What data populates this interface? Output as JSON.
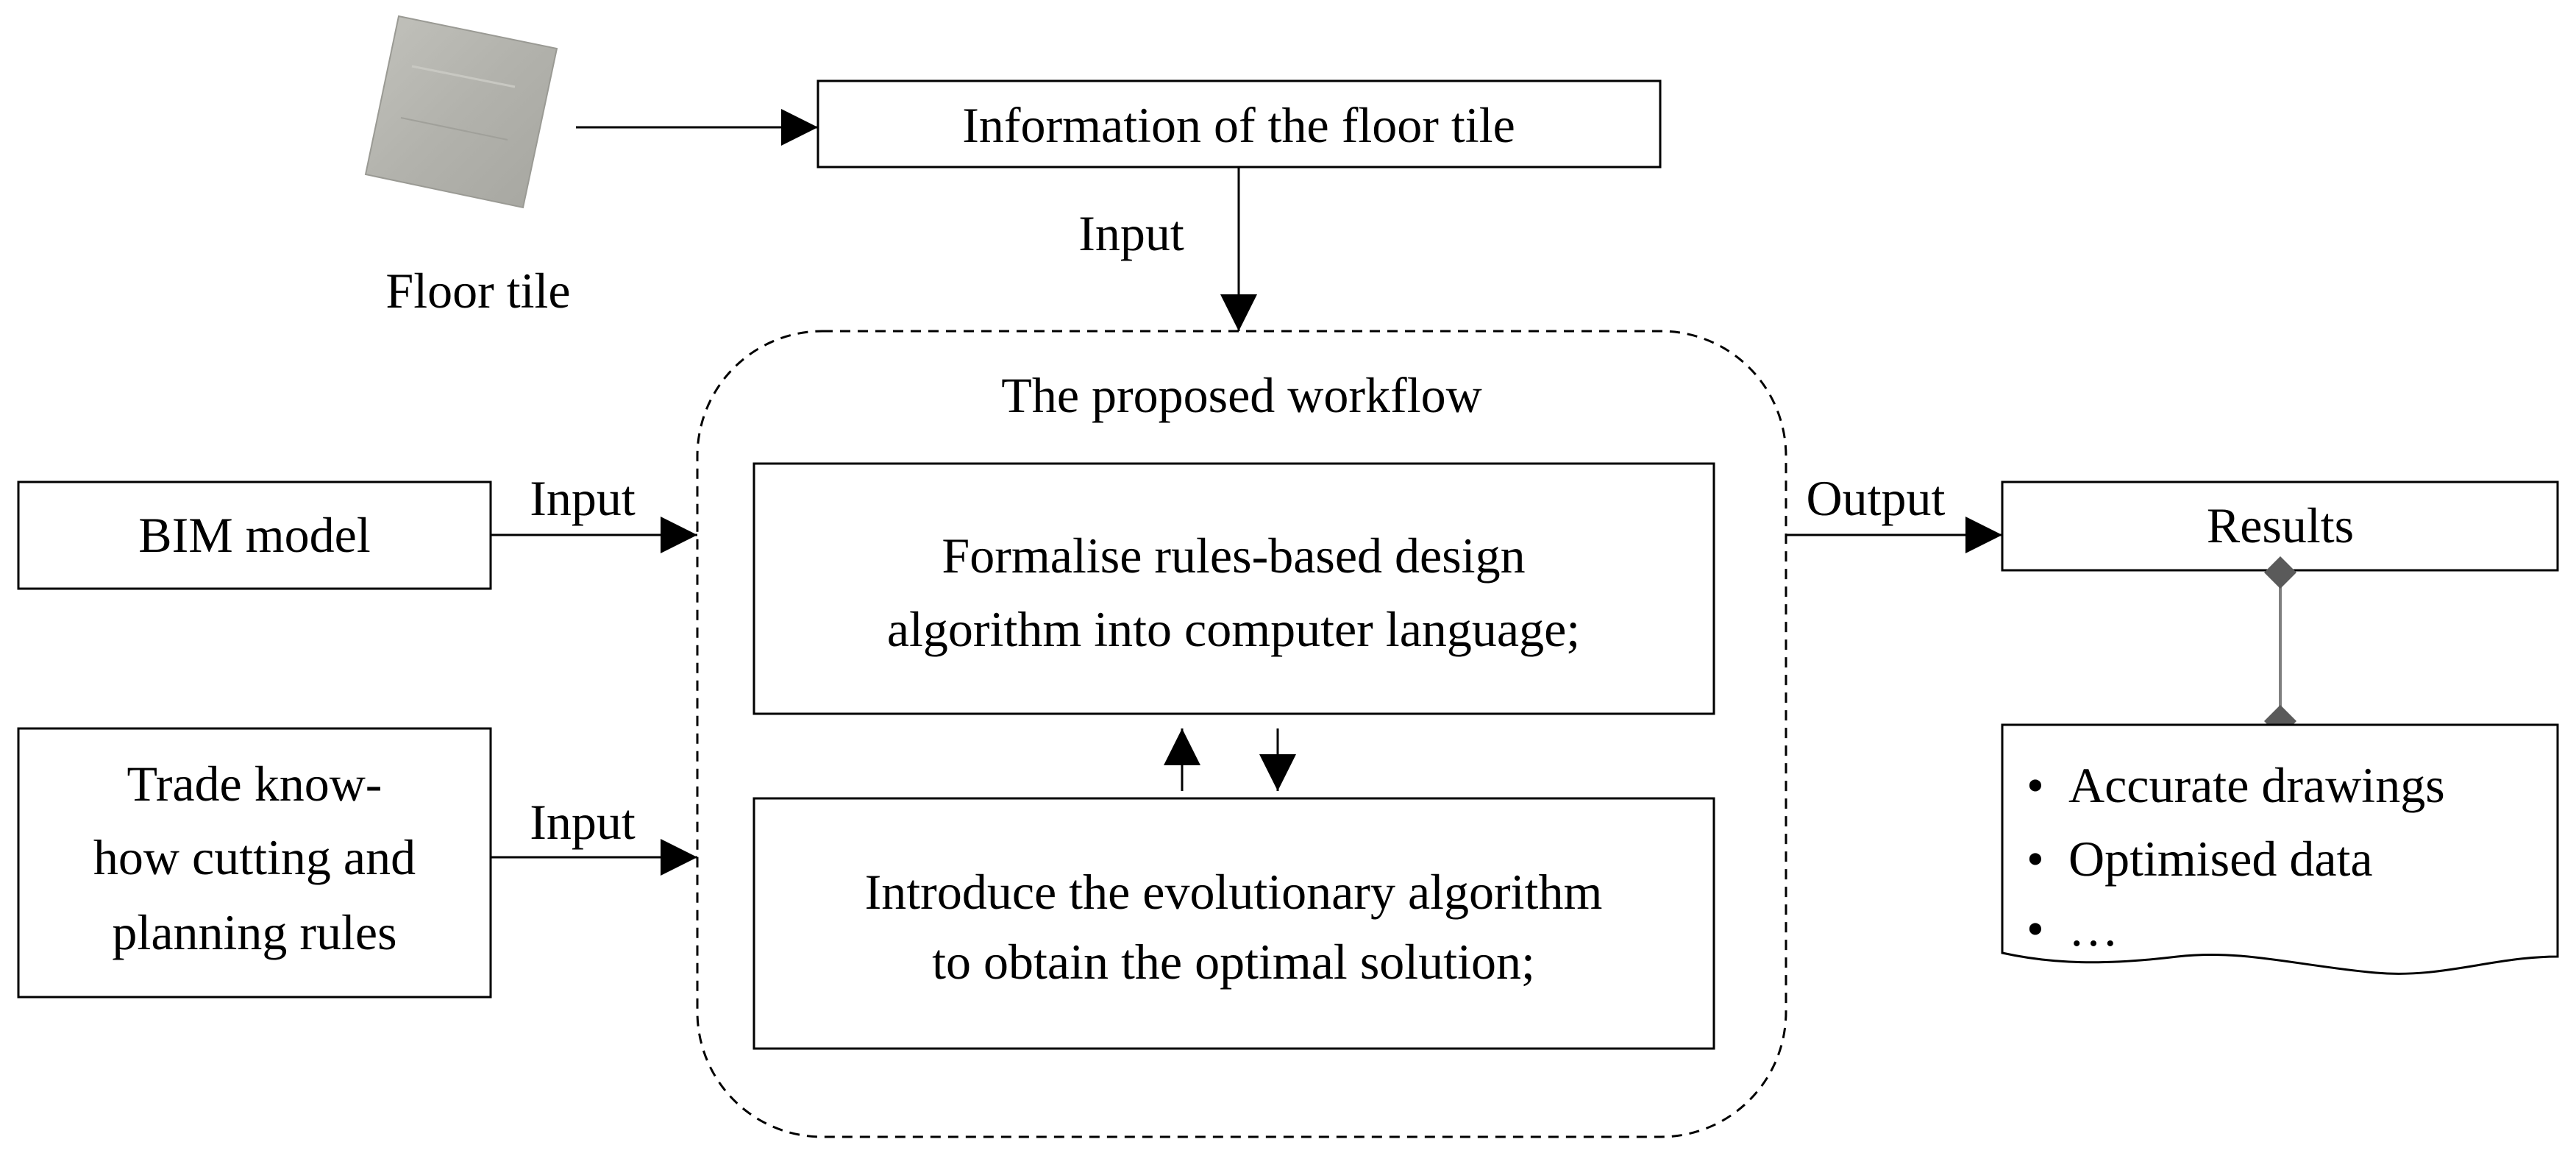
{
  "floor_tile": {
    "caption": "Floor tile",
    "image_icon": "floor-tile-photo"
  },
  "info_box": {
    "label": "Information of the floor tile"
  },
  "workflow": {
    "title": "The proposed workflow",
    "step1": {
      "line1": "Formalise rules-based design",
      "line2": "algorithm into computer language;"
    },
    "step2": {
      "line1": "Introduce the evolutionary algorithm",
      "line2": "to obtain the optimal solution;"
    }
  },
  "bim_box": {
    "label": "BIM model"
  },
  "trade_box": {
    "line1": "Trade know-",
    "line2": "how cutting and",
    "line3": "planning rules"
  },
  "edge_labels": {
    "input_top": "Input",
    "input_bim": "Input",
    "input_trade": "Input",
    "output": "Output"
  },
  "results_box": {
    "label": "Results"
  },
  "results_list": {
    "bullet": "•",
    "items": [
      "Accurate drawings",
      "Optimised data",
      "…"
    ]
  },
  "colors": {
    "stroke": "#000000",
    "connector": "#808080",
    "diamond": "#5a5a5a",
    "tile": "#b4b4ae"
  }
}
